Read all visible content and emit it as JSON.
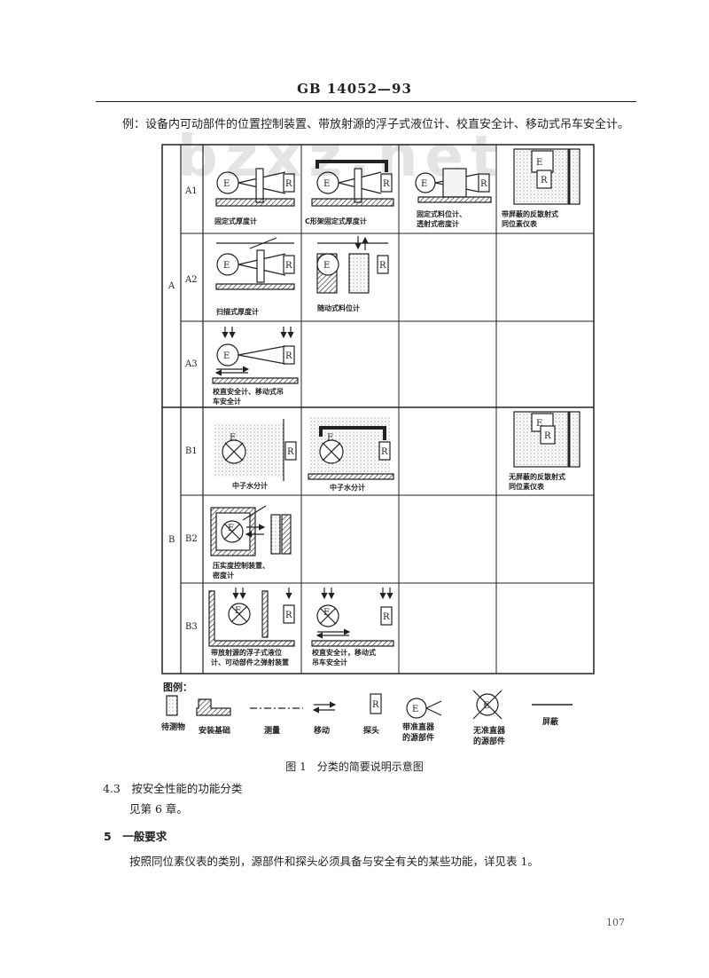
{
  "header": {
    "standard": "GB 14052—93"
  },
  "intro": {
    "example_text": "例：设备内可动部件的位置控制装置、带放射源的浮子式液位计、校直安全计、移动式吊车安全计。"
  },
  "watermark": "bzxz.net",
  "figure": {
    "groups": [
      "A",
      "B"
    ],
    "rows": [
      "A1",
      "A2",
      "A3",
      "B1",
      "B2",
      "B3"
    ],
    "captions": {
      "a1_1": "固定式厚度计",
      "a1_2": "C形架固定式厚度计",
      "a1_3a": "固定式料位计、",
      "a1_3b": "透射式密度计",
      "a1_4a": "带屏蔽的反散射式",
      "a1_4b": "同位素仪表",
      "a2_1": "扫描式厚度计",
      "a2_2": "随动式料位计",
      "a3_1a": "校直安全计、移动式吊",
      "a3_1b": "车安全计",
      "b1_1": "中子水分计",
      "b1_2": "中子水分计",
      "b1_4a": "无屏蔽的反散射式",
      "b1_4b": "同位素仪表",
      "b2_1a": "压实度控制装置、",
      "b2_1b": "密度计",
      "b3_1a": "带放射源的浮子式液位",
      "b3_1b": "计、可动部件之弹射装置",
      "b3_2a": "校直安全计，移动式",
      "b3_2b": "吊车安全计"
    },
    "glyphs": {
      "source": "E",
      "probe": "R"
    },
    "legend": {
      "title": "图例：",
      "items": [
        "待测物",
        "安装基础",
        "测量",
        "移动",
        "探头",
        "带准直器",
        "的源部件",
        "无准直器",
        "的源部件",
        "屏蔽"
      ]
    },
    "caption": "图 1　分类的简要说明示意图"
  },
  "section_4_3": {
    "heading": "4.3　按安全性能的功能分类",
    "body": "见第 6 章。"
  },
  "section_5": {
    "heading": "5　一般要求",
    "body": "按照同位素仪表的类别，源部件和探头必须具备与安全有关的某些功能，详见表 1。"
  },
  "page_number": "107"
}
